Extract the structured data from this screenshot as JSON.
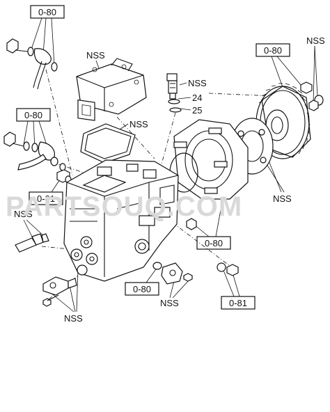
{
  "watermark": "PARTSOUQ.COM",
  "callouts": {
    "ref_top_left": "0-80",
    "ref_mid_left": "0-80",
    "ref_left_81": "0-81",
    "ref_top_right": "0-80",
    "ref_center_right": "0-80",
    "ref_bottom_center": "0-80",
    "ref_bottom_right_81": "0-81",
    "nss_cover": "NSS",
    "nss_valve": "NSS",
    "num_24": "24",
    "num_25": "25",
    "nss_gasket": "NSS",
    "nss_top_right": "NSS",
    "nss_flange": "NSS",
    "nss_left": "NSS",
    "nss_bottom_left": "NSS",
    "nss_bottom_center": "NSS"
  }
}
